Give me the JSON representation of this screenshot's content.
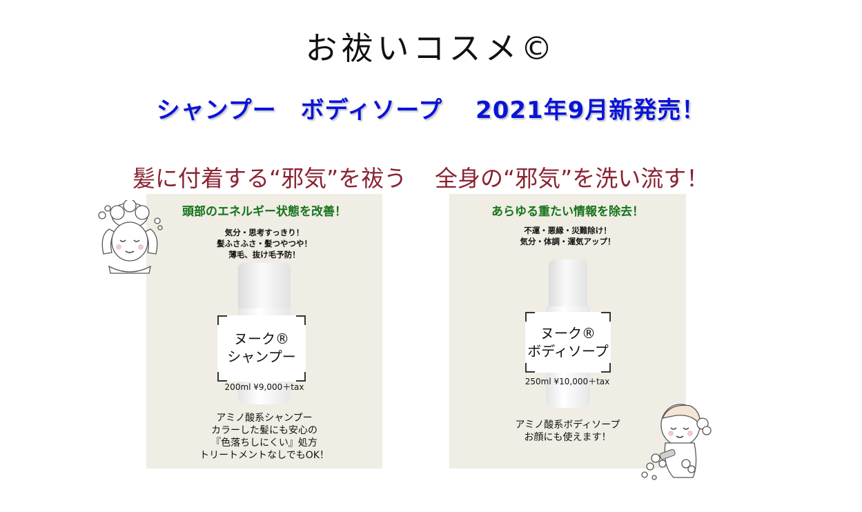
{
  "title": "お祓いコスメ©",
  "launch": "シャンプー　ボディソープ　 2021年9月新発売！",
  "shampoo": {
    "heading": "髪に付着する“邪気”を祓う",
    "subheading": "頭部のエネルギー状態を改善！",
    "benefits": [
      "気分・思考すっきり！",
      "髪ふさふさ・髪つやつや！",
      "薄毛、抜け毛予防！"
    ],
    "product_name": [
      "ヌーク®",
      "シャンプー"
    ],
    "price": "200ml ¥9,000＋tax",
    "description": [
      "アミノ酸系シャンプー",
      "カラーした髪にも安心の",
      "『色落ちしにくい』処方",
      "トリートメントなしでもOK！"
    ]
  },
  "bodysoap": {
    "heading": "全身の“邪気”を洗い流す！",
    "subheading": "あらゆる重たい情報を除去！",
    "benefits": [
      "不運・悪縁・災難除け！",
      "気分・体調・運気アップ！"
    ],
    "product_name": [
      "ヌーク®",
      "ボディソープ"
    ],
    "price": "250ml ¥10,000＋tax",
    "description": [
      "アミノ酸系ボディソープ",
      "お顔にも使えます！"
    ]
  },
  "colors": {
    "launch": "#0a14d6",
    "heading": "#8a2332",
    "subheading": "#15731c",
    "panel": "#f0ede4"
  }
}
